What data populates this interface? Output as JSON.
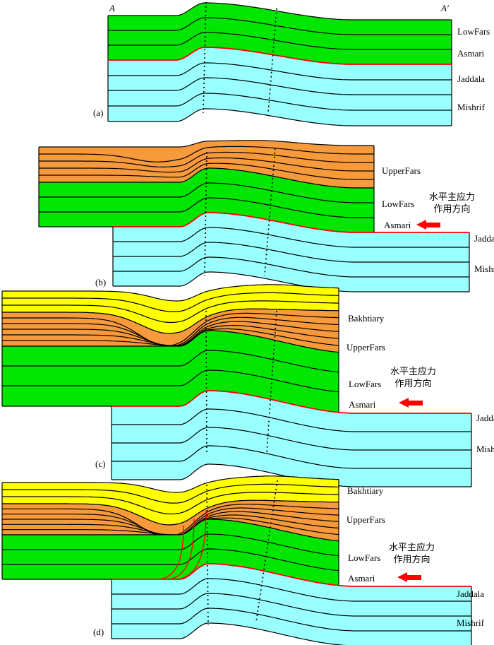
{
  "section_labels": {
    "start": "A",
    "end": "A′"
  },
  "stress_text": {
    "line1": "水平主应力",
    "line2": "作用方向"
  },
  "colors": {
    "yellow": "#ffff00",
    "orange": "#f79a3b",
    "green": "#00e600",
    "cyan": "#99ffff",
    "red": "#ff0000"
  },
  "panels": [
    {
      "id": "(a)",
      "formations": [
        "LowFars",
        "Asmari",
        "Jaddala",
        "Mishrif"
      ]
    },
    {
      "id": "(b)",
      "formations": [
        "UpperFars",
        "LowFars",
        "Asmari",
        "Jaddala",
        "Mishrif"
      ]
    },
    {
      "id": "(c)",
      "formations": [
        "Bakhtiary",
        "UpperFars",
        "LowFars",
        "Asmari",
        "Jaddala",
        "Mishrif"
      ]
    },
    {
      "id": "(d)",
      "formations": [
        "Bakhtiary",
        "UpperFars",
        "LowFars",
        "Asmari",
        "Jaddala",
        "Mishrif"
      ]
    }
  ]
}
